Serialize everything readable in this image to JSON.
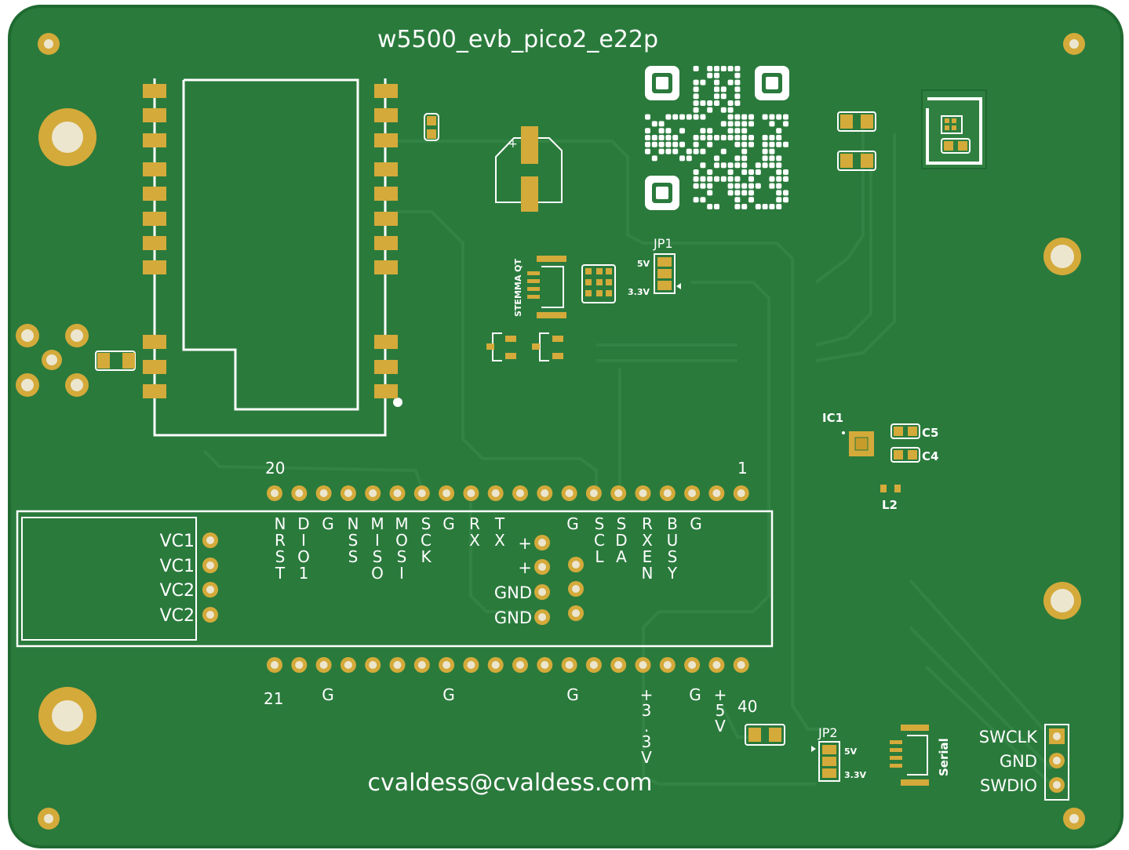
{
  "board": {
    "title": "w5500_evb_pico2_e22p",
    "email": "cvaldess@cvaldess.com",
    "colors": {
      "board": "#2a7a3c",
      "edge": "#1f6a30",
      "pad": "#d4aa3a",
      "silk": "#ffffff",
      "trace": "#3a8a4a"
    }
  },
  "labels": {
    "jp1": "JP1",
    "jp1_5v": "5V",
    "jp1_33v": "3.3V",
    "jp2": "JP2",
    "jp2_5v": "5V",
    "jp2_33v": "3.3V",
    "ic1": "IC1",
    "c5": "C5",
    "c4": "C4",
    "l2": "L2",
    "stemma": "STEMMA QT",
    "serial": "Serial",
    "pin20": "20",
    "pin1": "1",
    "pin21": "21",
    "pin40": "40"
  },
  "module_left": [
    "VC1",
    "VC1",
    "VC2",
    "VC2"
  ],
  "module_mid": [
    "+",
    "+",
    "GND",
    "GND"
  ],
  "top_pin_labels": [
    {
      "t": "NRST"
    },
    {
      "t": "DIO1"
    },
    {
      "t": "G"
    },
    {
      "t": "NSS"
    },
    {
      "t": "MISO"
    },
    {
      "t": "MOSI"
    },
    {
      "t": "SCK"
    },
    {
      "t": "G"
    },
    {
      "t": "RX"
    },
    {
      "t": "TX"
    },
    {
      "t": "G"
    },
    {
      "t": "SCL"
    },
    {
      "t": "SDA"
    },
    {
      "t": "RXEN"
    },
    {
      "t": "BUSY"
    },
    {
      "t": "G"
    }
  ],
  "bottom_pin_labels": [
    "G",
    "G",
    "G",
    "+3.3V",
    "G",
    "+5V"
  ],
  "swd": [
    "SWCLK",
    "GND",
    "SWDIO"
  ]
}
